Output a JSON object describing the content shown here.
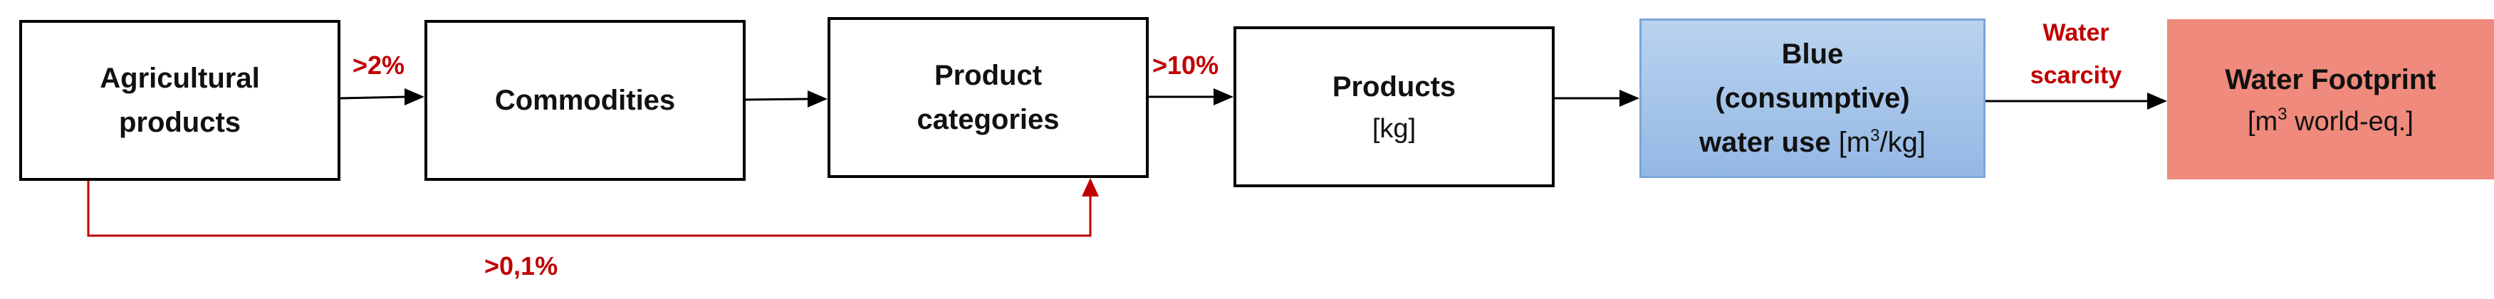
{
  "nodes": {
    "agricultural": {
      "line1": "Agricultural",
      "line2": "products"
    },
    "commodities": {
      "line1": "Commodities"
    },
    "categories": {
      "line1": "Product",
      "line2": "categories"
    },
    "products": {
      "line1": "Products",
      "unit": "[kg]"
    },
    "blue": {
      "line1": "Blue",
      "line2": "(consumptive)",
      "line3": "water use",
      "unit_pre": "[m",
      "unit_sup": "3",
      "unit_post": "/kg]"
    },
    "footprint": {
      "line1": "Water Footprint",
      "unit_pre": "[m",
      "unit_sup": "3",
      "unit_post": " world-eq.]"
    }
  },
  "edge_labels": {
    "to_commodities": ">2%",
    "to_products": ">10%",
    "bypass": ">0,1%",
    "scarcity_line1": "Water",
    "scarcity_line2": "scarcity"
  },
  "colors": {
    "blue_fill": "#a9c7ec",
    "blue_border": "#7aa6d8",
    "footprint_fill": "#ef8a7c",
    "label_red": "#c00000",
    "arrow_black": "#000000"
  }
}
